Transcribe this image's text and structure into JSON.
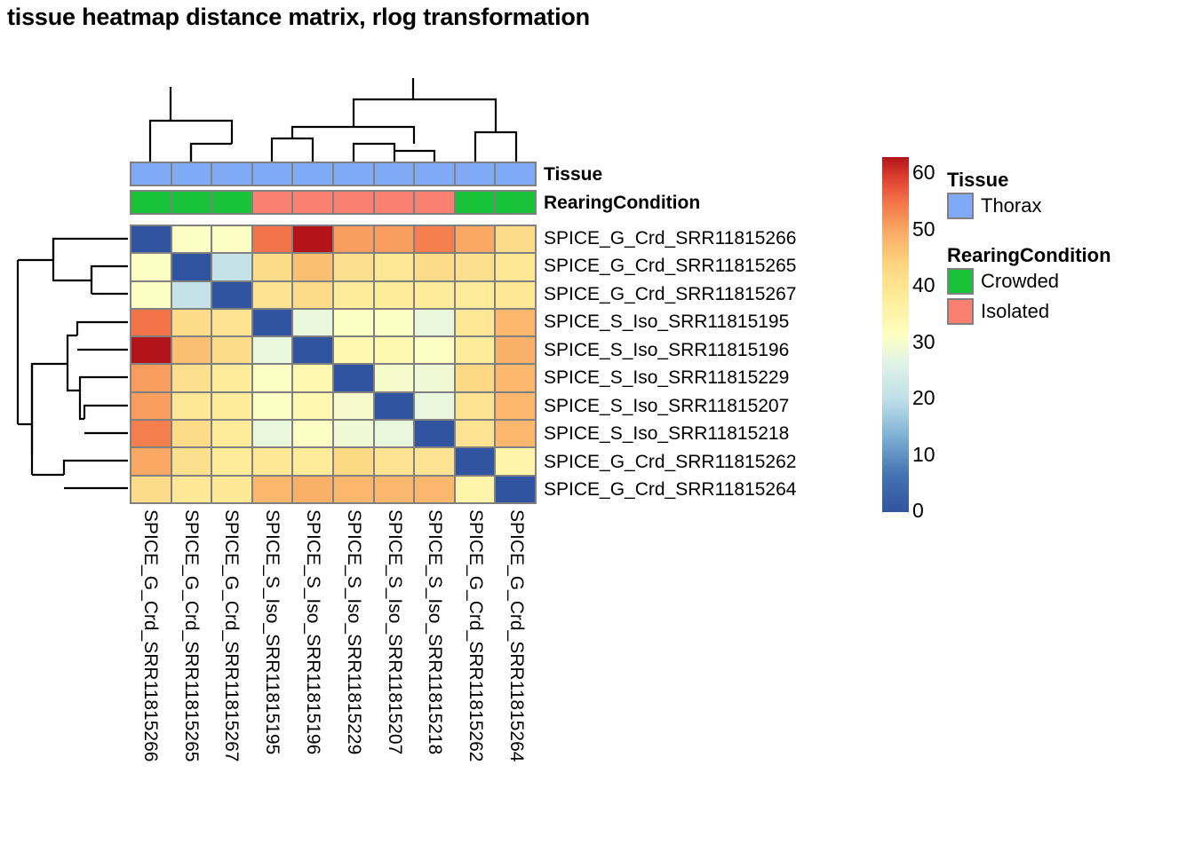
{
  "title": "tissue heatmap distance matrix, rlog transformation",
  "samples": [
    "SPICE_G_Crd_SRR11815266",
    "SPICE_G_Crd_SRR11815265",
    "SPICE_G_Crd_SRR11815267",
    "SPICE_S_Iso_SRR11815195",
    "SPICE_S_Iso_SRR11815196",
    "SPICE_S_Iso_SRR11815229",
    "SPICE_S_Iso_SRR11815207",
    "SPICE_S_Iso_SRR11815218",
    "SPICE_G_Crd_SRR11815262",
    "SPICE_G_Crd_SRR11815264"
  ],
  "annotations": {
    "tissue_label": "Tissue",
    "rearing_label": "RearingCondition",
    "tissue_values": [
      "Thorax",
      "Thorax",
      "Thorax",
      "Thorax",
      "Thorax",
      "Thorax",
      "Thorax",
      "Thorax",
      "Thorax",
      "Thorax"
    ],
    "rearing_values": [
      "Crowded",
      "Crowded",
      "Crowded",
      "Isolated",
      "Isolated",
      "Isolated",
      "Isolated",
      "Isolated",
      "Crowded",
      "Crowded"
    ]
  },
  "legends": [
    {
      "title": "Tissue",
      "items": [
        {
          "label": "Thorax",
          "color": "#7FA8F5"
        }
      ]
    },
    {
      "title": "RearingCondition",
      "items": [
        {
          "label": "Crowded",
          "color": "#18C game"
        },
        {
          "label": "Isolated",
          "color": "#FA8072"
        }
      ]
    }
  ],
  "colorbar": {
    "ticks": [
      "60",
      "50",
      "40",
      "30",
      "20",
      "10",
      "0"
    ],
    "tick_values": [
      60,
      50,
      40,
      30,
      20,
      10,
      0
    ],
    "min": 0,
    "max": 63,
    "low_color": "#3561A8",
    "mid_color": "#FFFFBF",
    "high_color": "#C41A1A"
  },
  "chart_data": {
    "type": "heatmap",
    "title": "tissue heatmap distance matrix, rlog transformation",
    "xlabel": "",
    "ylabel": "",
    "categories": [
      "SPICE_G_Crd_SRR11815266",
      "SPICE_G_Crd_SRR11815265",
      "SPICE_G_Crd_SRR11815267",
      "SPICE_S_Iso_SRR11815195",
      "SPICE_S_Iso_SRR11815196",
      "SPICE_S_Iso_SRR11815229",
      "SPICE_S_Iso_SRR11815207",
      "SPICE_S_Iso_SRR11815218",
      "SPICE_G_Crd_SRR11815262",
      "SPICE_G_Crd_SRR11815264"
    ],
    "zlim": [
      0,
      63
    ],
    "colormap": "RdYlBu reversed",
    "values": [
      [
        0.0,
        31.0,
        31.0,
        55.0,
        63.0,
        51.0,
        51.0,
        54.0,
        50.0,
        42.0
      ],
      [
        31.0,
        0.0,
        21.0,
        42.0,
        47.0,
        41.0,
        39.0,
        42.0,
        41.0,
        39.0
      ],
      [
        31.0,
        21.0,
        0.0,
        40.0,
        42.0,
        38.0,
        38.0,
        38.0,
        38.0,
        39.0
      ],
      [
        55.0,
        42.0,
        40.0,
        0.0,
        28.0,
        31.0,
        31.0,
        28.0,
        39.0,
        48.0
      ],
      [
        63.0,
        47.0,
        42.0,
        28.0,
        0.0,
        34.0,
        34.0,
        31.0,
        38.0,
        49.0
      ],
      [
        51.0,
        41.0,
        38.0,
        31.0,
        34.0,
        0.0,
        30.0,
        29.0,
        43.0,
        48.0
      ],
      [
        51.0,
        39.0,
        38.0,
        31.0,
        34.0,
        30.0,
        0.0,
        28.0,
        40.0,
        48.0
      ],
      [
        54.0,
        42.0,
        38.0,
        28.0,
        31.0,
        29.0,
        28.0,
        0.0,
        40.0,
        48.0
      ],
      [
        50.0,
        41.0,
        38.0,
        39.0,
        38.0,
        43.0,
        40.0,
        40.0,
        0.0,
        35.0
      ],
      [
        42.0,
        39.0,
        39.0,
        48.0,
        49.0,
        48.0,
        48.0,
        48.0,
        35.0,
        0.0
      ]
    ],
    "col_dendrogram": "((1,(2,3)),((4,5),((6,7),8)),(9,10))",
    "row_dendrogram": "((1,(2,3)),(((4,5),((6,7),8)),(9,10)))",
    "legend_position": "right"
  }
}
